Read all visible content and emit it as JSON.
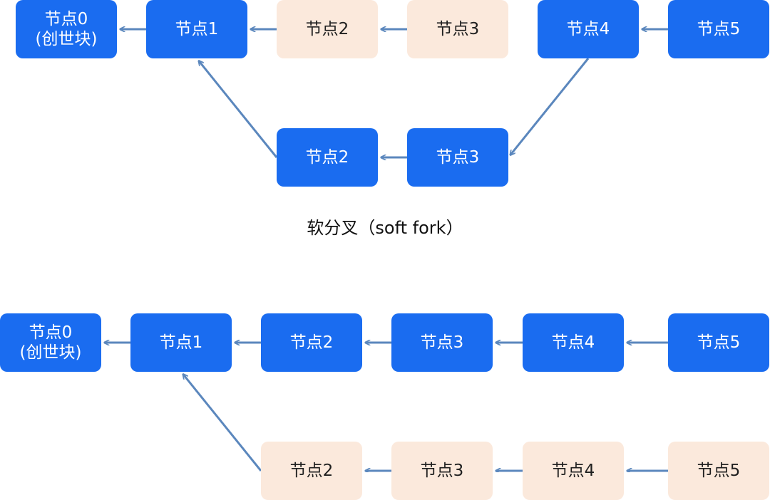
{
  "caption_top": "软分叉（soft fork）",
  "colors": {
    "main_node": "#1a6cf0",
    "orphan_node": "#fbe9dc",
    "edge": "#5b87bd"
  },
  "top_diagram": {
    "nodes": [
      {
        "id": "t0",
        "label": "节点0",
        "sub": "(创世块)",
        "style": "main"
      },
      {
        "id": "t1",
        "label": "节点1",
        "style": "main"
      },
      {
        "id": "t2",
        "label": "节点2",
        "style": "orphan"
      },
      {
        "id": "t3",
        "label": "节点3",
        "style": "orphan"
      },
      {
        "id": "t4",
        "label": "节点4",
        "style": "main"
      },
      {
        "id": "t5",
        "label": "节点5",
        "style": "main"
      },
      {
        "id": "tb2",
        "label": "节点2",
        "style": "main"
      },
      {
        "id": "tb3",
        "label": "节点3",
        "style": "main"
      }
    ],
    "edges": [
      {
        "from": "t1",
        "to": "t0"
      },
      {
        "from": "t2",
        "to": "t1"
      },
      {
        "from": "t3",
        "to": "t2"
      },
      {
        "from": "t5",
        "to": "t4"
      },
      {
        "from": "t4",
        "to": "tb3"
      },
      {
        "from": "tb3",
        "to": "tb2"
      },
      {
        "from": "tb2",
        "to": "t1"
      }
    ]
  },
  "bottom_diagram": {
    "nodes": [
      {
        "id": "b0",
        "label": "节点0",
        "sub": "(创世块)",
        "style": "main"
      },
      {
        "id": "b1",
        "label": "节点1",
        "style": "main"
      },
      {
        "id": "b2",
        "label": "节点2",
        "style": "main"
      },
      {
        "id": "b3",
        "label": "节点3",
        "style": "main"
      },
      {
        "id": "b4",
        "label": "节点4",
        "style": "main"
      },
      {
        "id": "b5",
        "label": "节点5",
        "style": "main"
      },
      {
        "id": "bb2",
        "label": "节点2",
        "style": "orphan"
      },
      {
        "id": "bb3",
        "label": "节点3",
        "style": "orphan"
      },
      {
        "id": "bb4",
        "label": "节点4",
        "style": "orphan"
      },
      {
        "id": "bb5",
        "label": "节点5",
        "style": "orphan"
      }
    ],
    "edges": [
      {
        "from": "b1",
        "to": "b0"
      },
      {
        "from": "b2",
        "to": "b1"
      },
      {
        "from": "b3",
        "to": "b2"
      },
      {
        "from": "b4",
        "to": "b3"
      },
      {
        "from": "b5",
        "to": "b4"
      },
      {
        "from": "bb2",
        "to": "b1"
      },
      {
        "from": "bb3",
        "to": "bb2"
      },
      {
        "from": "bb4",
        "to": "bb3"
      },
      {
        "from": "bb5",
        "to": "bb4"
      }
    ]
  }
}
